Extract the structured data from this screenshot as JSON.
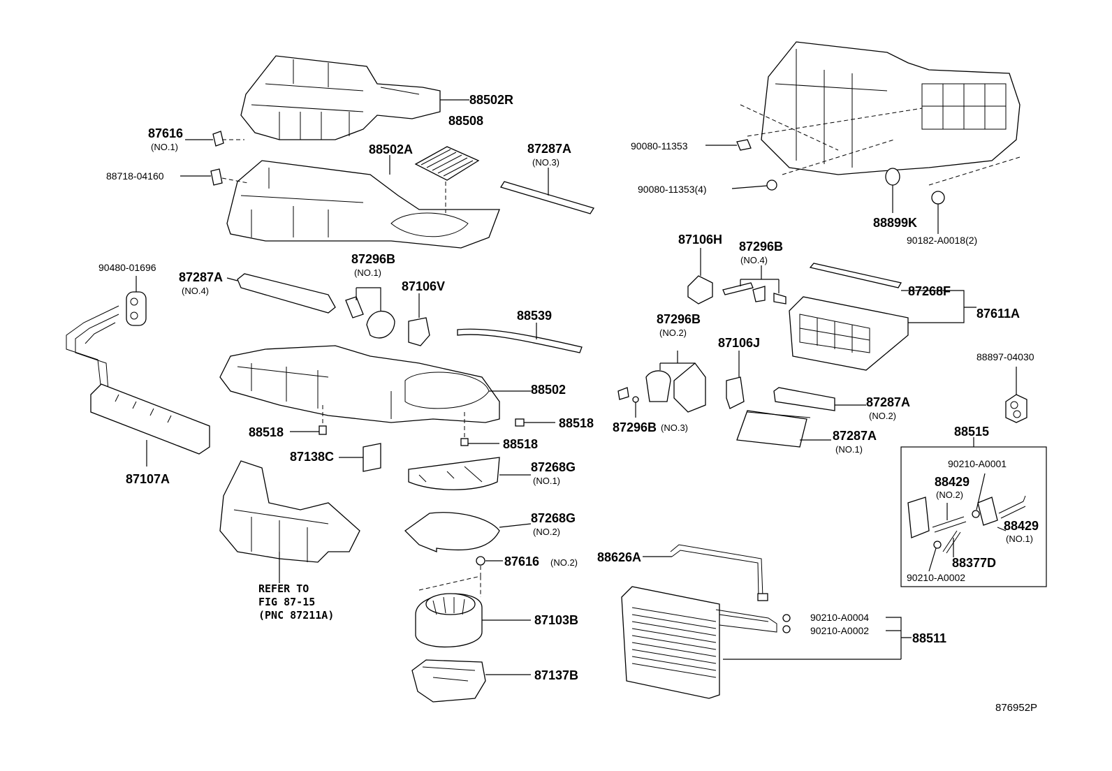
{
  "labels": {
    "p88502R": "88502R",
    "p87616_1": "87616",
    "p87616_1_note": "(NO.1)",
    "p88508": "88508",
    "p88502A": "88502A",
    "p87287A_3": "87287A",
    "p87287A_3_note": "(NO.3)",
    "p88718": "88718-04160",
    "p90080_a": "90080-11353",
    "p90080_b": "90080-11353(4)",
    "p88899K": "88899K",
    "p90182": "90182-A0018(2)",
    "p90480": "90480-01696",
    "p87287A_4": "87287A",
    "p87287A_4_note": "(NO.4)",
    "p87296B_1": "87296B",
    "p87296B_1_note": "(NO.1)",
    "p87106V": "87106V",
    "p87106H": "87106H",
    "p87296B_4": "87296B",
    "p87296B_4_note": "(NO.4)",
    "p87268F": "87268F",
    "p87611A": "87611A",
    "p88539": "88539",
    "p87296B_2": "87296B",
    "p87296B_2_note": "(NO.2)",
    "p87106J": "87106J",
    "p88897": "88897-04030",
    "p88502": "88502",
    "p88518_a": "88518",
    "p88518_b": "88518",
    "p88518_c": "88518",
    "p87296B_3": "87296B",
    "p87296B_3_note": "(NO.3)",
    "p87287A_2": "87287A",
    "p87287A_2_note": "(NO.2)",
    "p87287A_1": "87287A",
    "p87287A_1_note": "(NO.1)",
    "p88515": "88515",
    "p87138C": "87138C",
    "p87107A": "87107A",
    "p87268G_1": "87268G",
    "p87268G_1_note": "(NO.1)",
    "p90210_A0001": "90210-A0001",
    "p88429_2": "88429",
    "p88429_2_note": "(NO.2)",
    "p88429_1": "88429",
    "p88429_1_note": "(NO.1)",
    "p87268G_2": "87268G",
    "p87268G_2_note": "(NO.2)",
    "p88377D": "88377D",
    "p90210_A0002_box": "90210-A0002",
    "p87616_2": "87616",
    "p87616_2_note": "(NO.2)",
    "p88626A": "88626A",
    "refer_1": "REFER TO",
    "refer_2": "FIG 87-15",
    "refer_3": "(PNC 87211A)",
    "p87103B": "87103B",
    "p90210_A0004": "90210-A0004",
    "p90210_A0002": "90210-A0002",
    "p88511": "88511",
    "p87137B": "87137B",
    "diagram_id": "876952P"
  }
}
